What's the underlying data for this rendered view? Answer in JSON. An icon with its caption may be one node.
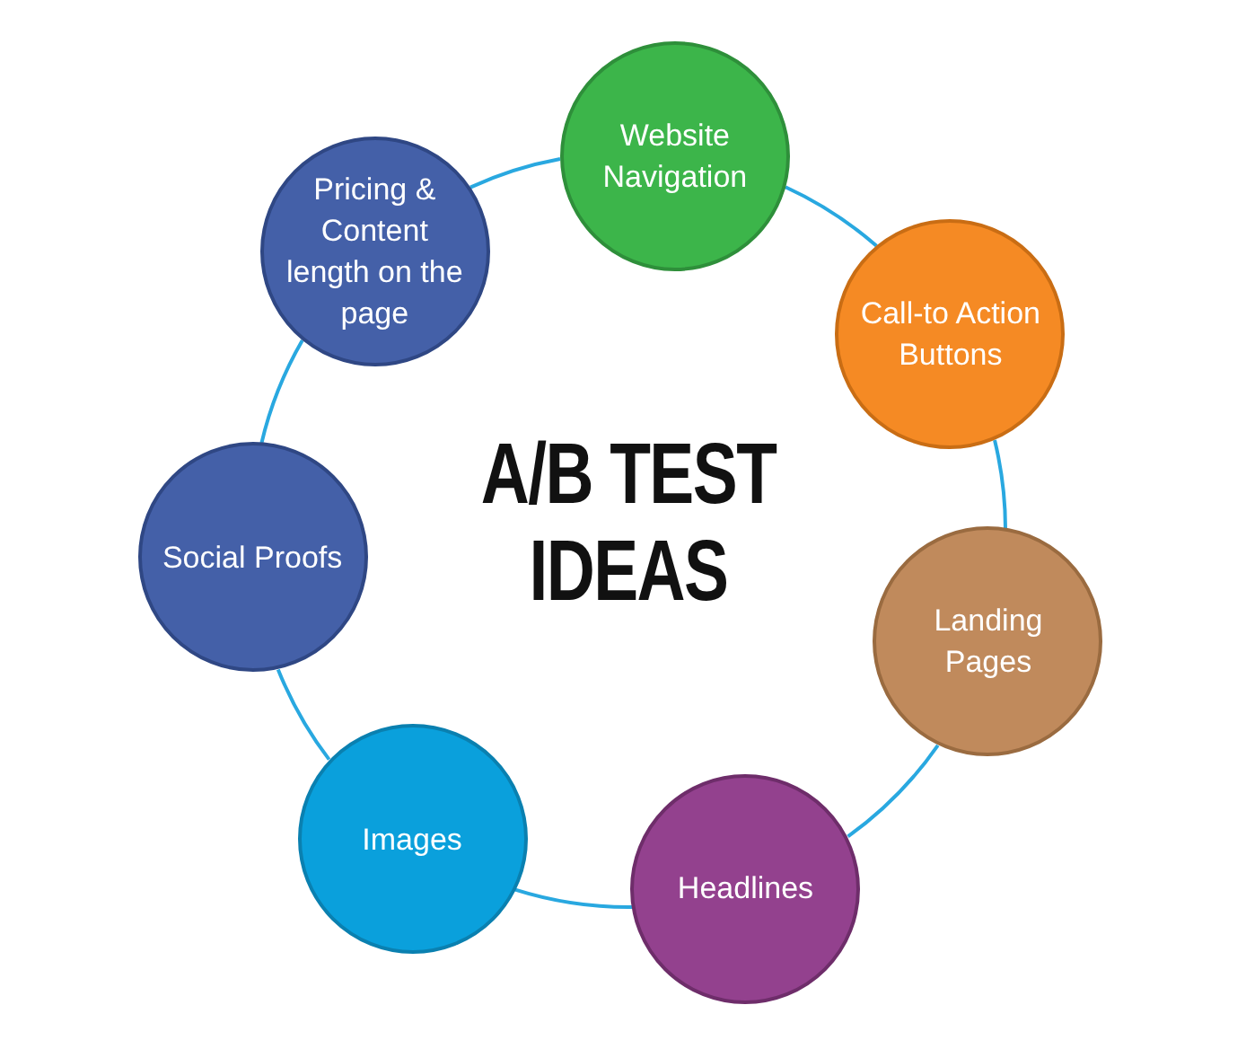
{
  "diagram": {
    "title": "A/B TEST IDEAS",
    "nodes": [
      {
        "text": [
          "Website Navigation"
        ]
      },
      {
        "text": [
          "Call-to Action Buttons"
        ]
      },
      {
        "text": [
          "Landing Pages"
        ]
      },
      {
        "text": [
          "Headlines"
        ]
      },
      {
        "text": [
          "Images"
        ]
      },
      {
        "text": [
          "Social Proofs"
        ]
      },
      {
        "text": [
          "Pricing & Content length on the page"
        ]
      }
    ],
    "edges": [
      {
        "from": 0,
        "to": 1,
        "arrow": "none"
      },
      {
        "from": 1,
        "to": 2,
        "arrow": "none"
      },
      {
        "from": 2,
        "to": 3,
        "arrow": "none"
      },
      {
        "from": 3,
        "to": 4,
        "arrow": "none"
      },
      {
        "from": 4,
        "to": 5,
        "arrow": "none"
      },
      {
        "from": 5,
        "to": 6,
        "arrow": "none"
      },
      {
        "from": 6,
        "to": 0,
        "arrow": "none"
      }
    ]
  }
}
